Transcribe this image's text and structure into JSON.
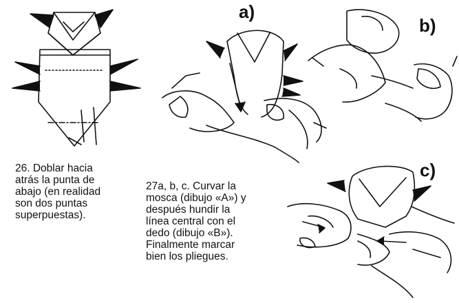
{
  "captions": {
    "step26": "26. Doblar hacia\natrás la punta de\nabajo (en realidad\nson dos puntas\nsuperpuestas).",
    "step27": "27a, b, c. Curvar la\nmosca (dibujo «A») y\ndespués hundir la\nlínea central con el\ndedo (dibujo «B»).\nFinalmente marcar\nbien los pliegues."
  },
  "labels": {
    "a": "a)",
    "b": "b)",
    "c": "c)"
  }
}
